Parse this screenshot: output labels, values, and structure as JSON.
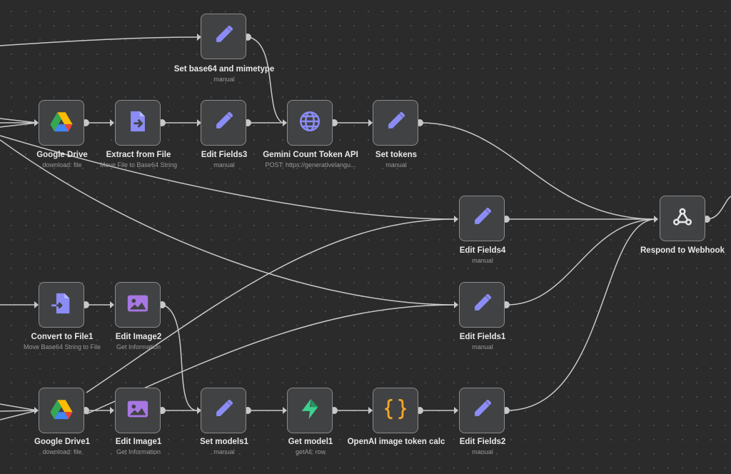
{
  "colors": {
    "canvas": "#2b2b2b",
    "node_bg": "#414244",
    "node_border": "#8a8a8c",
    "connection": "#c8c8c8",
    "accent_pencil": "#8b8cf5",
    "image_icon": "#a777e3",
    "supabase_icon": "#3ecf8e",
    "code_icon": "#f5a524"
  },
  "nodes": {
    "set_base64": {
      "title": "Set base64 and mimetype",
      "subtitle": "manual",
      "icon": "pencil-icon"
    },
    "google_drive": {
      "title": "Google Drive",
      "subtitle": "download: file",
      "icon": "google-drive-icon"
    },
    "extract_from_file": {
      "title": "Extract from File",
      "subtitle": "Move File to Base64 String",
      "icon": "extract-file-icon"
    },
    "edit_fields3": {
      "title": "Edit Fields3",
      "subtitle": "manual",
      "icon": "pencil-icon"
    },
    "gemini": {
      "title": "Gemini Count Token API",
      "subtitle": "POST: https://generativelangu...",
      "icon": "globe-icon"
    },
    "set_tokens": {
      "title": "Set tokens",
      "subtitle": "manual",
      "icon": "pencil-icon"
    },
    "edit_fields4": {
      "title": "Edit Fields4",
      "subtitle": "manual",
      "icon": "pencil-icon"
    },
    "respond": {
      "title": "Respond to Webhook",
      "subtitle": "",
      "icon": "webhook-icon"
    },
    "convert_to_file1": {
      "title": "Convert to File1",
      "subtitle": "Move Base64 String to File",
      "icon": "convert-file-icon"
    },
    "edit_image2": {
      "title": "Edit Image2",
      "subtitle": "Get Information",
      "icon": "image-icon"
    },
    "edit_fields1": {
      "title": "Edit Fields1",
      "subtitle": "manual",
      "icon": "pencil-icon"
    },
    "google_drive1": {
      "title": "Google Drive1",
      "subtitle": "download: file",
      "icon": "google-drive-icon"
    },
    "edit_image1": {
      "title": "Edit Image1",
      "subtitle": "Get Information",
      "icon": "image-icon"
    },
    "set_models1": {
      "title": "Set models1",
      "subtitle": "manual",
      "icon": "pencil-icon"
    },
    "get_model1": {
      "title": "Get model1",
      "subtitle": "getAll: row",
      "icon": "supabase-icon"
    },
    "openai_calc": {
      "title": "OpenAI image token calc",
      "subtitle": "",
      "icon": "code-braces-icon"
    },
    "edit_fields2": {
      "title": "Edit Fields2",
      "subtitle": "manual",
      "icon": "pencil-icon"
    }
  }
}
